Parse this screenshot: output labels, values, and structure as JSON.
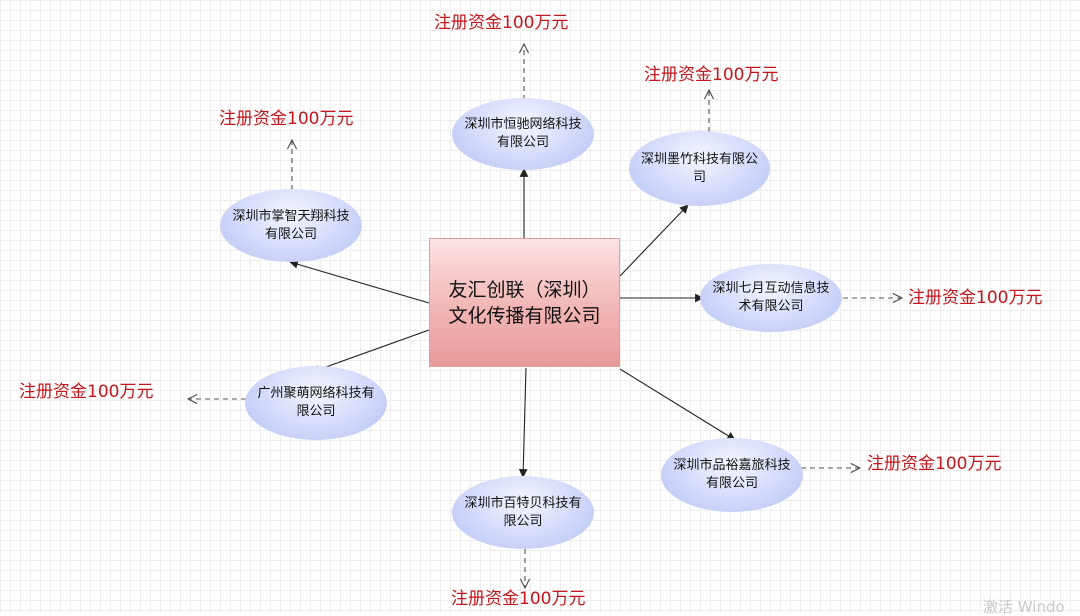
{
  "center": {
    "label": "友汇创联（深圳）文化传播有限公司"
  },
  "nodes": [
    {
      "id": "hengchi",
      "label": "深圳市恒驰网络科技有限公司"
    },
    {
      "id": "mozhu",
      "label": "深圳墨竹科技有限公司"
    },
    {
      "id": "qiyue",
      "label": "深圳七月互动信息技术有限公司"
    },
    {
      "id": "pinyu",
      "label": "深圳市品裕嘉旅科技有限公司"
    },
    {
      "id": "baitebei",
      "label": "深圳市百特贝科技有限公司"
    },
    {
      "id": "jumeng",
      "label": "广州聚萌网络科技有限公司"
    },
    {
      "id": "zhangzhi",
      "label": "深圳市掌智天翔科技有限公司"
    }
  ],
  "capital_label": "注册资金100万元",
  "watermark": "激活 Windo",
  "colors": {
    "capital_text": "#c4161c",
    "arrow": "#222222",
    "dashed_arrow": "#555555"
  }
}
